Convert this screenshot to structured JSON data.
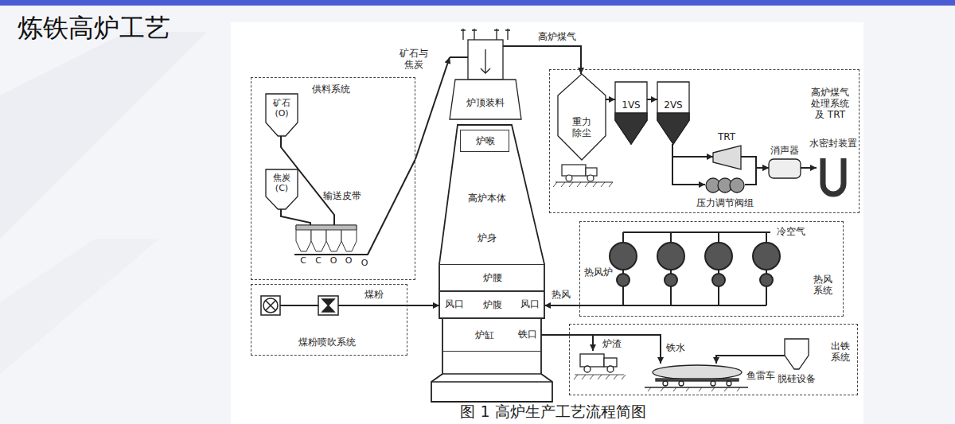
{
  "diagram": {
    "title": "炼铁高炉工艺",
    "caption": "图 1 高炉生产工艺流程简图",
    "nodes": [
      {
        "text": [
          "供料系统"
        ]
      },
      {
        "text": [
          "矿石 (O)"
        ],
        "in": 0
      },
      {
        "text": [
          "焦炭 (C)"
        ],
        "in": 0
      },
      {
        "text": [
          "煤粉喷吹系统"
        ]
      },
      {
        "text": [
          "炉顶装料"
        ]
      },
      {
        "text": [
          "高炉本体",
          "炉身"
        ]
      },
      {
        "text": [
          "炉喉"
        ],
        "in": 5
      },
      {
        "text": [
          "炉腰"
        ],
        "in": 5
      },
      {
        "text": [
          "炉腹"
        ],
        "in": 5
      },
      {
        "text": [
          "炉缸"
        ],
        "in": 5
      },
      {
        "text": [
          "高炉煤气处理系统及 TRT"
        ]
      },
      {
        "text": [
          "重力除尘"
        ],
        "in": 10
      },
      {
        "text": [
          "1VS"
        ],
        "in": 10
      },
      {
        "text": [
          "2VS"
        ],
        "in": 10
      },
      {
        "text": [
          "TRT"
        ],
        "in": 10
      },
      {
        "text": [
          "压力调节阀组"
        ],
        "in": 10
      },
      {
        "text": [
          "消声器"
        ],
        "in": 10
      },
      {
        "text": [
          "水密封装置"
        ],
        "in": 10
      },
      {
        "text": [
          "热风系统"
        ]
      },
      {
        "text": [
          "出铁系统"
        ]
      },
      {
        "text": [
          "炉渣"
        ],
        "in": 19
      },
      {
        "text": [
          "鱼雷车"
        ],
        "in": 19
      },
      {
        "text": [
          "脱硅设备"
        ],
        "in": 19
      }
    ],
    "edges": [
      {
        "from": 0,
        "to": 4,
        "label": "矿石与焦炭",
        "arrow": "to"
      },
      {
        "from": 4,
        "to": 11,
        "label": "高炉煤气",
        "arrow": "to"
      },
      {
        "from": 11,
        "to": 12,
        "arrow": "to"
      },
      {
        "from": 12,
        "to": 13,
        "arrow": "to"
      },
      {
        "from": 13,
        "to": 14,
        "arrow": "to"
      },
      {
        "from": 13,
        "to": 15,
        "arrow": "to"
      },
      {
        "from": 14,
        "to": 16,
        "arrow": "to"
      },
      {
        "from": 15,
        "to": 16,
        "arrow": "to"
      },
      {
        "from": 16,
        "to": 17,
        "arrow": "to"
      },
      {
        "from": 3,
        "to": 8,
        "label": "煤粉",
        "arrow": "to"
      },
      {
        "from": 18,
        "to": 8,
        "label": "热风",
        "arrow": "to"
      },
      {
        "from": 9,
        "to": 20,
        "arrow": "to"
      },
      {
        "from": 9,
        "to": 21,
        "label": "铁水",
        "arrow": "to"
      },
      {
        "from": 22,
        "to": 21,
        "arrow": "to"
      }
    ],
    "labels": [
      "输送皮带",
      "C",
      "C",
      "O",
      "O",
      "O",
      "风口",
      "风口",
      "铁口",
      "冷空气",
      "热风炉"
    ]
  }
}
